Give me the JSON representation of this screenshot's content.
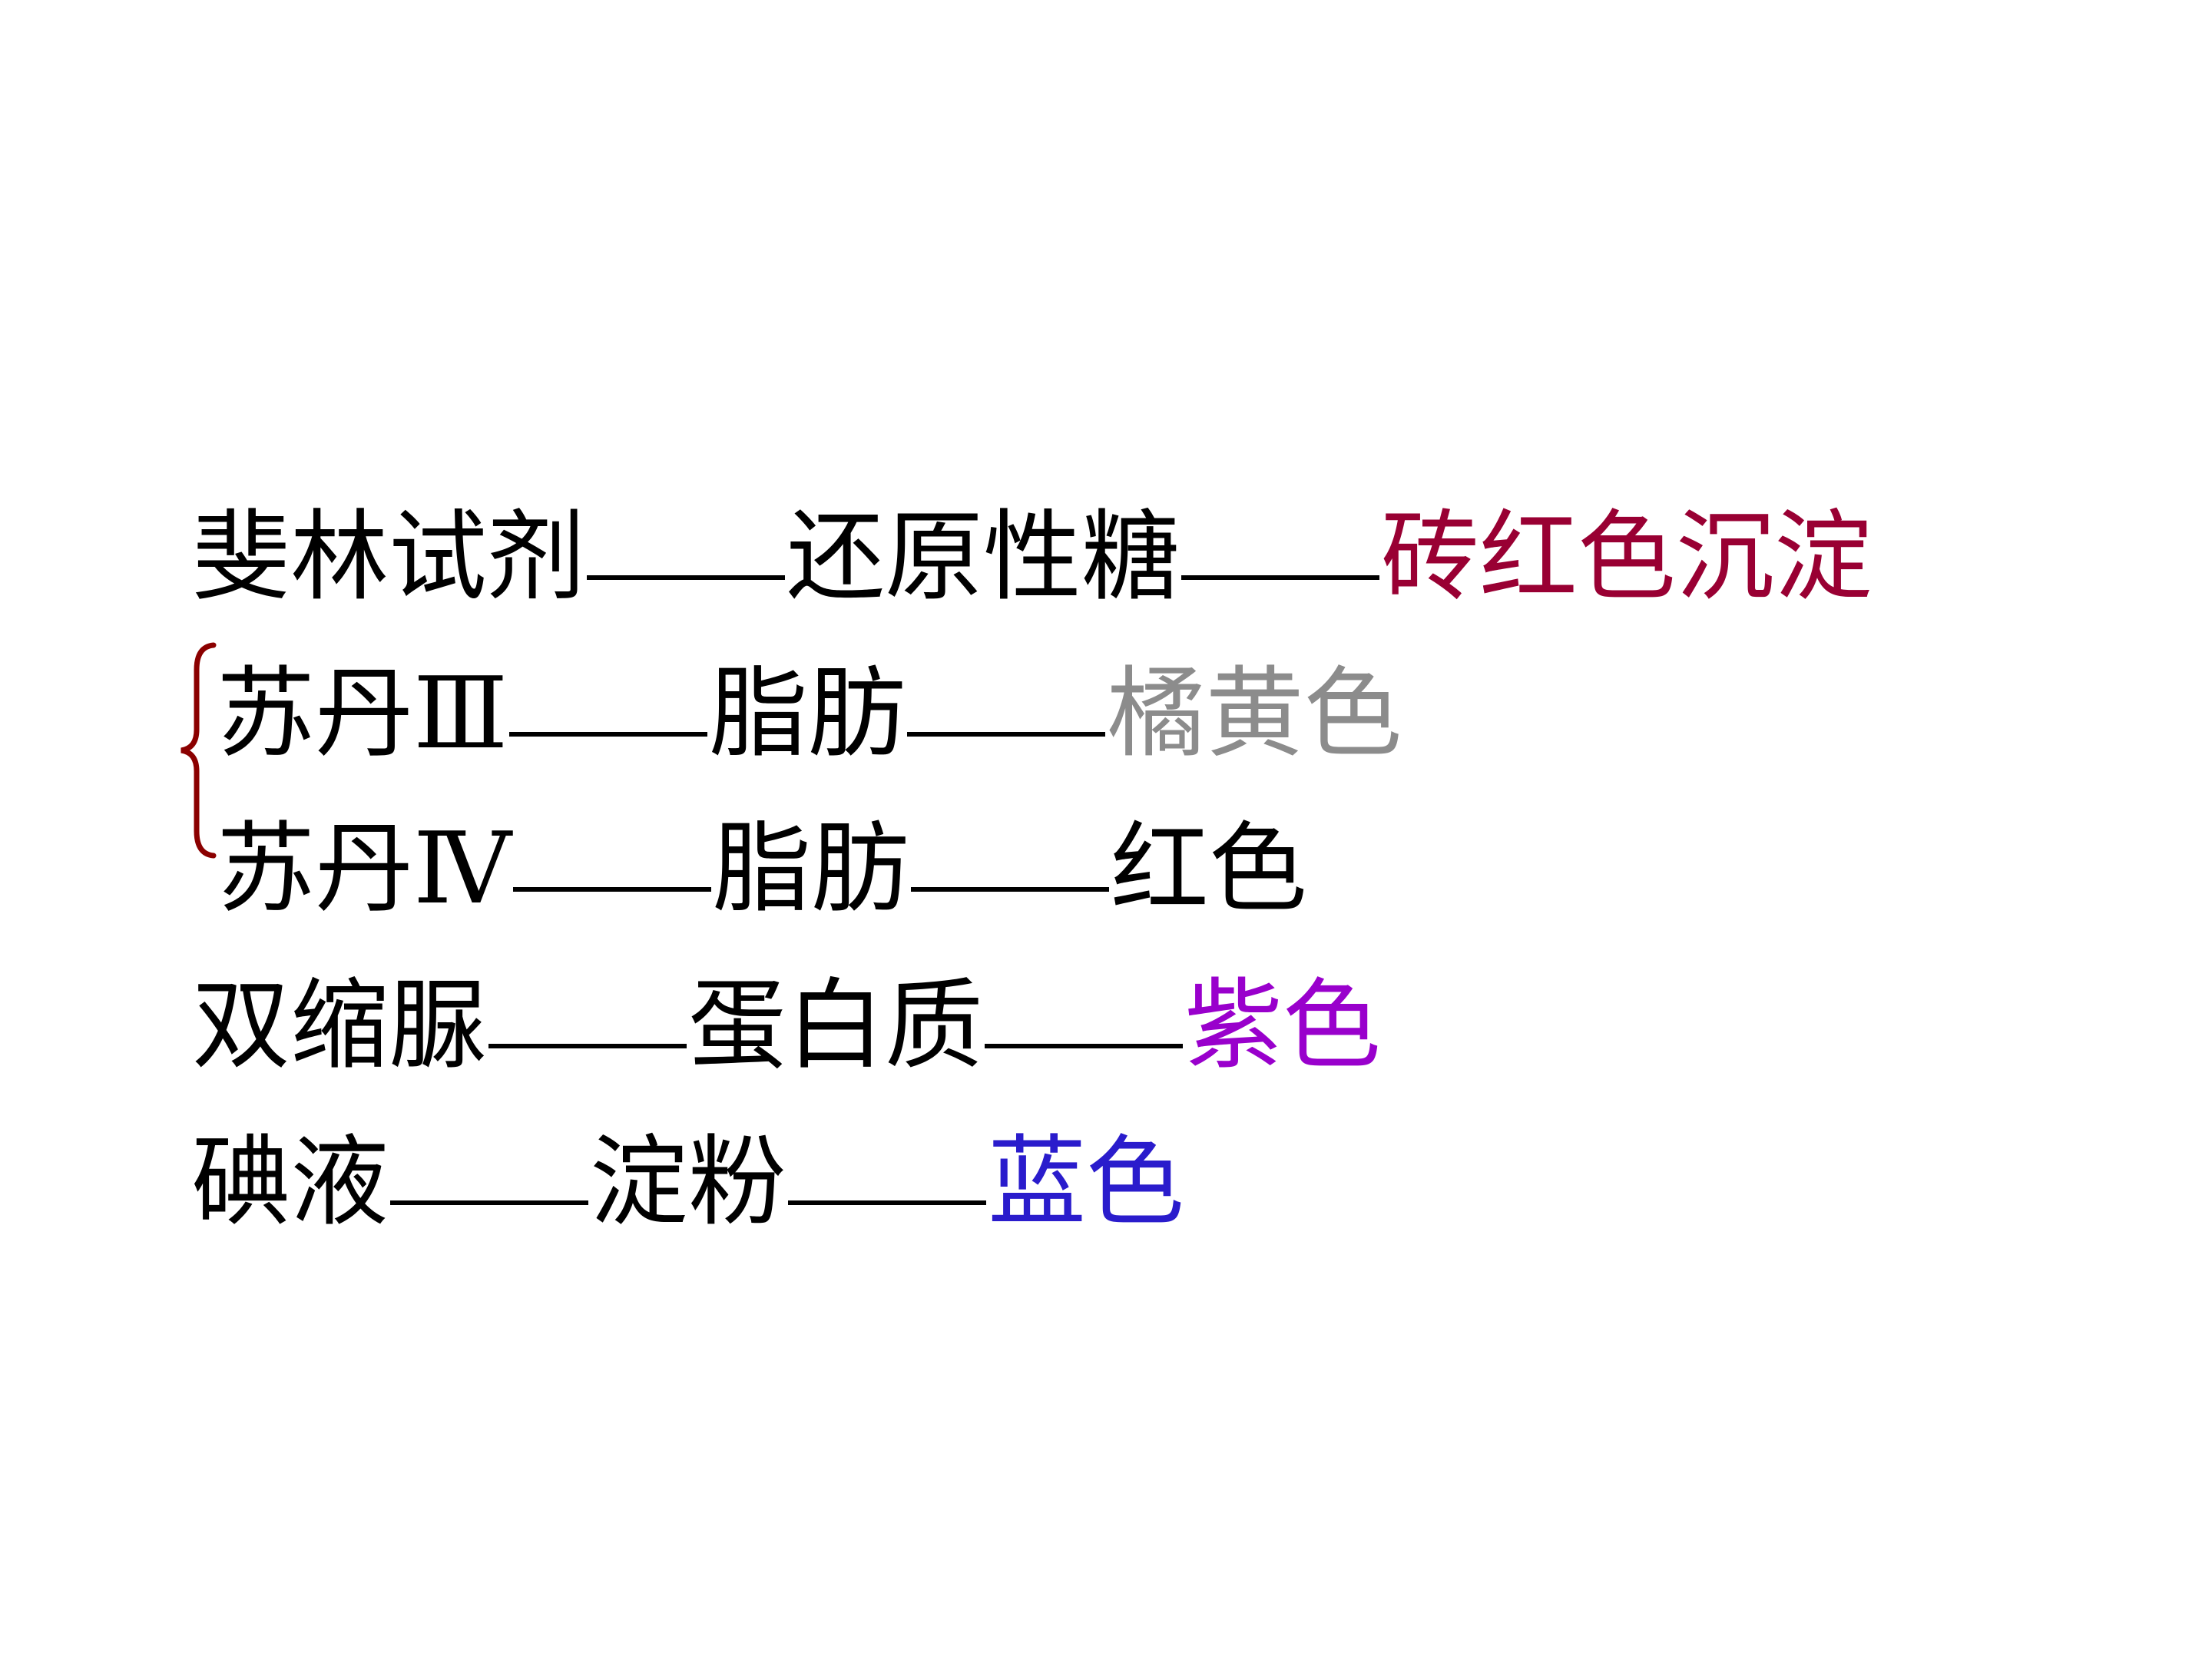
{
  "colors": {
    "default": "#000000",
    "brick_red": "#990033",
    "orange_yellow_gray": "#8c8c8c",
    "purple": "#9900cc",
    "blue": "#2a1ccc",
    "brace": "#8b0000"
  },
  "rows": [
    {
      "reagent": "斐林试剂",
      "substance": "还原性糖",
      "result": "砖红色沉淀",
      "result_color": "#990033"
    },
    {
      "reagent": "苏丹Ⅲ",
      "substance": "脂肪",
      "result": "橘黄色",
      "result_color": "#8c8c8c"
    },
    {
      "reagent": "苏丹Ⅳ",
      "substance": "脂肪",
      "result": "红色",
      "result_color": "#000000"
    },
    {
      "reagent": "双缩脲",
      "substance": "蛋白质",
      "result": "紫色",
      "result_color": "#9900cc"
    },
    {
      "reagent": "碘液",
      "substance": "淀粉",
      "result": "蓝色",
      "result_color": "#2a1ccc"
    }
  ]
}
